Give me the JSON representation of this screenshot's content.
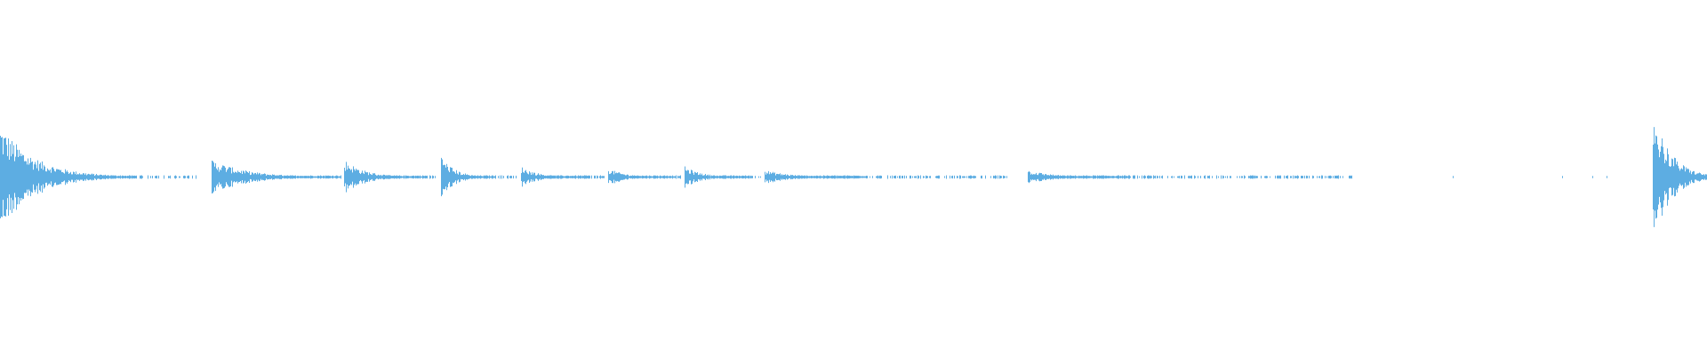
{
  "chart_data": {
    "type": "area",
    "description_free": true,
    "color": "#5dade2",
    "background": "#ffffff",
    "amplitude_range": [
      -1,
      1
    ],
    "grid": false,
    "legend": "none",
    "bursts": [
      {
        "t": 0.0,
        "peak": 0.3,
        "decay": 0.02,
        "tail_end": 0.115
      },
      {
        "t": 0.124,
        "peak": 0.1,
        "decay": 0.02,
        "tail_end": 0.2
      },
      {
        "t": 0.2015,
        "peak": 0.1,
        "decay": 0.012,
        "tail_end": 0.256
      },
      {
        "t": 0.2585,
        "peak": 0.12,
        "decay": 0.008,
        "tail_end": 0.303
      },
      {
        "t": 0.305,
        "peak": 0.06,
        "decay": 0.01,
        "tail_end": 0.354
      },
      {
        "t": 0.356,
        "peak": 0.05,
        "decay": 0.01,
        "tail_end": 0.4
      },
      {
        "t": 0.401,
        "peak": 0.06,
        "decay": 0.01,
        "tail_end": 0.446
      },
      {
        "t": 0.448,
        "peak": 0.04,
        "decay": 0.015,
        "tail_end": 0.59
      },
      {
        "t": 0.602,
        "peak": 0.04,
        "decay": 0.015,
        "tail_end": 0.792
      },
      {
        "t": 0.968,
        "peak": 0.4,
        "decay": 0.01,
        "tail_end": 1.0
      }
    ],
    "isolated_samples": [
      0.851,
      0.915,
      0.933,
      0.941
    ]
  }
}
